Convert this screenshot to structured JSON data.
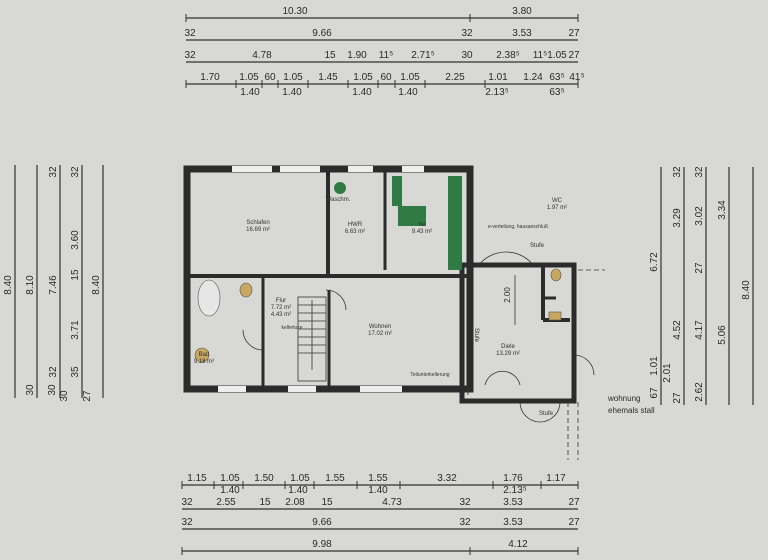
{
  "top_dimensions": {
    "row1": [
      "10.30",
      "3.80"
    ],
    "row2": [
      "32",
      "9.66",
      "32",
      "3.53",
      "27"
    ],
    "row3": [
      "32",
      "4.78",
      "15",
      "1.90",
      "11⁵",
      "2.71⁵",
      "30",
      "2.38⁵",
      "11⁵",
      "1.05",
      "27"
    ],
    "row4": [
      "1.70",
      "1.05",
      "60",
      "1.05",
      "1.45",
      "1.05",
      "60",
      "1.05",
      "2.25",
      "1.01",
      "1.24",
      "63⁵",
      "41⁵"
    ],
    "row4_below": [
      "1.40",
      "1.40",
      "1.40",
      "1.40",
      "2.13⁵",
      "63⁵"
    ]
  },
  "bottom_dimensions": {
    "row1": [
      "1.15",
      "1.05",
      "1.50",
      "1.05",
      "1.55",
      "1.55",
      "3.32",
      "1.76",
      "1.17"
    ],
    "row1_below": [
      "1.40",
      "1.40",
      "1.40",
      "2.13⁵"
    ],
    "row2": [
      "32",
      "2.55",
      "15",
      "2.08",
      "15",
      "4.73",
      "32",
      "3.53",
      "27"
    ],
    "row3": [
      "32",
      "9.66",
      "32",
      "3.53",
      "27"
    ],
    "row4": [
      "9.98",
      "4.12"
    ]
  },
  "left_dimensions": {
    "col1": [
      "8.40",
      "30"
    ],
    "col2": [
      "8.10",
      "30"
    ],
    "col3": [
      "32",
      "7.46",
      "32",
      "30"
    ],
    "col4": [
      "32",
      "3.60",
      "15",
      "3.71",
      "35",
      "27"
    ],
    "col5": [
      "8.40"
    ]
  },
  "right_dimensions": {
    "col1": [
      "6.72",
      "1.01",
      "67"
    ],
    "col2": [
      "32",
      "3.29",
      "4.52",
      "2.01",
      "27"
    ],
    "col3": [
      "32",
      "3.02",
      "27",
      "4.17",
      "2.62"
    ],
    "col4": [
      "3.34",
      "5.06"
    ],
    "col5": [
      "8.40"
    ]
  },
  "rooms": {
    "schlafen": {
      "name": "Schlafen",
      "area": "16.69 m²"
    },
    "waschm": "Waschm.",
    "hwr": {
      "name": "HWR",
      "area": "6.63 m²"
    },
    "kueche": {
      "name": "he",
      "area": "9.43 m²"
    },
    "wc": {
      "name": "WC",
      "area": "1.97 m²"
    },
    "flur": {
      "name": "Flur",
      "area1": "7.72 m²",
      "area2": "4.43 m²"
    },
    "wohnen": {
      "name": "Wohnen",
      "area": "17.02 m²"
    },
    "bad": {
      "name": "Bad",
      "area": "9.18 m²"
    },
    "diele": {
      "name": "Diele",
      "area": "13.29 m²"
    }
  },
  "annotations": {
    "verteilung": "e-verteilung, hausanschluß",
    "stufe1": "Stufe",
    "stufe2": "Stufe",
    "stufe3": "Stufe",
    "kellerluke": "kellerluke",
    "teilunterkellerung": "Teilunterkellerung",
    "diele_dim": "2.00",
    "wohnung": "wohnung",
    "ehemals_stall": "ehemals stall"
  },
  "colors": {
    "background": "#d8d8d4",
    "walls": "#2b2b2b",
    "kitchen_green": "#2f7a45",
    "fixtures": "#c8a860"
  }
}
